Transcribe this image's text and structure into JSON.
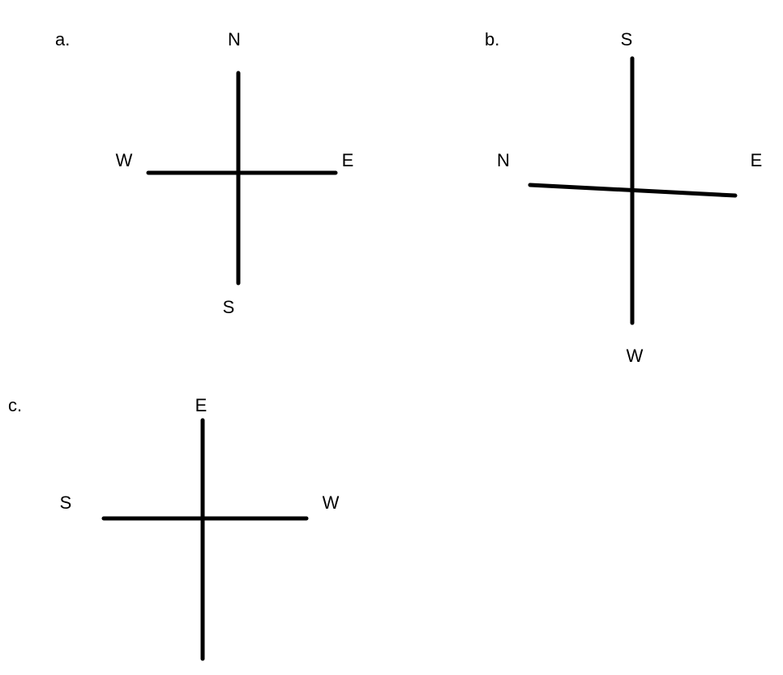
{
  "diagrams": [
    {
      "label": "a.",
      "directions": {
        "top": "N",
        "bottom": "S",
        "left": "W",
        "right": "E"
      }
    },
    {
      "label": "b.",
      "directions": {
        "top": "S",
        "bottom": "W",
        "left": "N",
        "right": "E"
      }
    },
    {
      "label": "c.",
      "directions": {
        "top": "E",
        "left": "S",
        "right": "W"
      }
    }
  ]
}
